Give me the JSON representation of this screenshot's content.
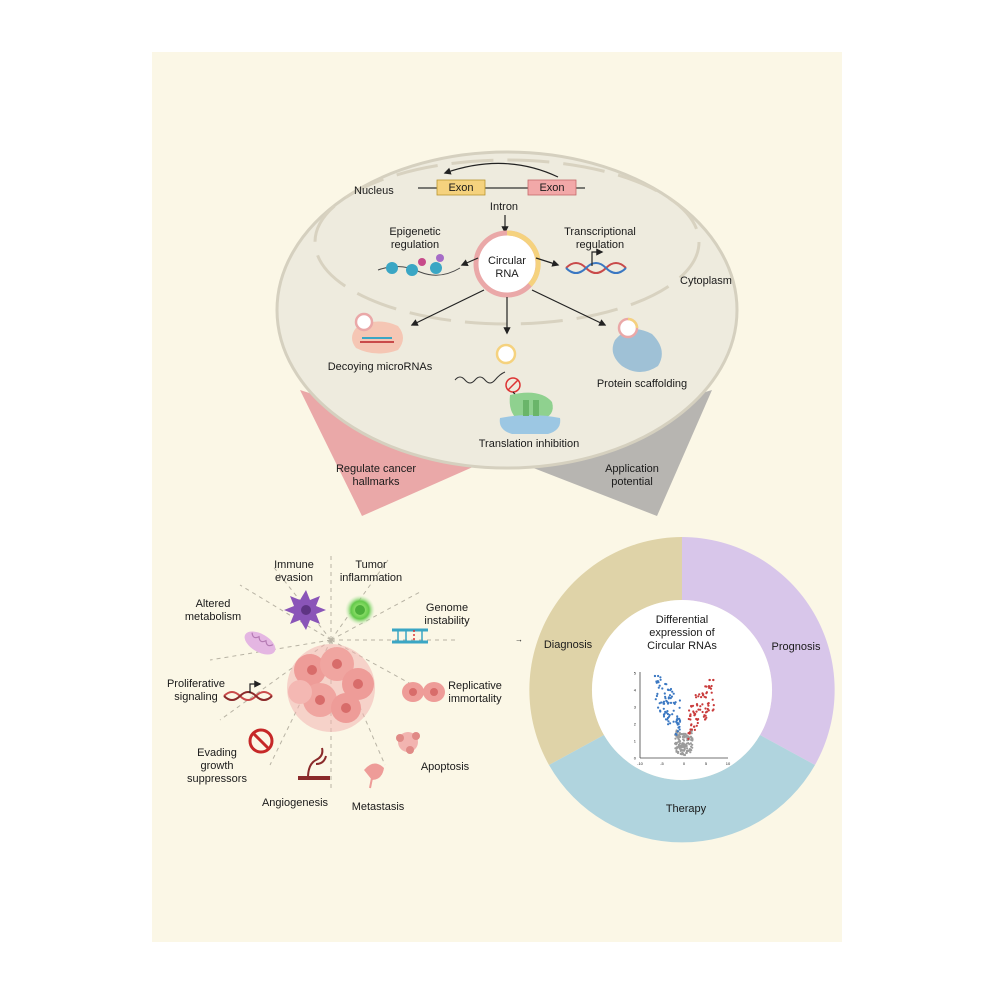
{
  "colors": {
    "panel_bg": "#fbf7e6",
    "ellipse_fill": "#eeebde",
    "ellipse_stroke": "#d5d0bf",
    "pink": "#eaa8a8",
    "gray_wedge": "#b7b5b1",
    "tan": "#dfd3a8",
    "lavender": "#d8c6ea",
    "light_blue": "#b0d4de",
    "exon_yellow": "#f5d27e",
    "exon_pink": "#f2a8a8",
    "volcano_up": "#c93a3a",
    "volcano_down": "#3b78c2",
    "volcano_ns": "#9b9b9b"
  },
  "top": {
    "nucleus": "Nucleus",
    "cytoplasm": "Cytoplasm",
    "exon_left": "Exon",
    "exon_right": "Exon",
    "intron": "Intron",
    "circ_line1": "Circular",
    "circ_line2": "RNA",
    "epigenetic_line1": "Epigenetic",
    "epigenetic_line2": "regulation",
    "transcriptional_line1": "Transcriptional",
    "transcriptional_line2": "regulation",
    "decoying": "Decoying microRNAs",
    "scaffolding": "Protein scaffolding",
    "translation": "Translation inhibition",
    "regulate_line1": "Regulate cancer",
    "regulate_line2": "hallmarks",
    "application_line1": "Application",
    "application_line2": "potential"
  },
  "hallmarks": {
    "immune_line1": "Immune",
    "immune_line2": "evasion",
    "tumor_line1": "Tumor",
    "tumor_line2": "inflammation",
    "altered_line1": "Altered",
    "altered_line2": "metabolism",
    "genome_line1": "Genome",
    "genome_line2": "instability",
    "proliferative_line1": "Proliferative",
    "proliferative_line2": "signaling",
    "replicative_line1": "Replicative",
    "replicative_line2": "immortality",
    "evading_line1": "Evading",
    "evading_line2": "growth",
    "evading_line3": "suppressors",
    "apoptosis": "Apoptosis",
    "angiogenesis": "Angiogenesis",
    "metastasis": "Metastasis"
  },
  "donut": {
    "diagnosis": "Diagnosis",
    "prognosis": "Prognosis",
    "therapy": "Therapy",
    "center_line1": "Differential",
    "center_line2": "expression of",
    "center_line3": "Circular RNAs"
  },
  "volcano": {
    "x_ticks": [
      "-10",
      "-5",
      "0",
      "5",
      "10"
    ],
    "y_ticks": [
      "0",
      "1",
      "2",
      "3",
      "4",
      "5"
    ]
  }
}
